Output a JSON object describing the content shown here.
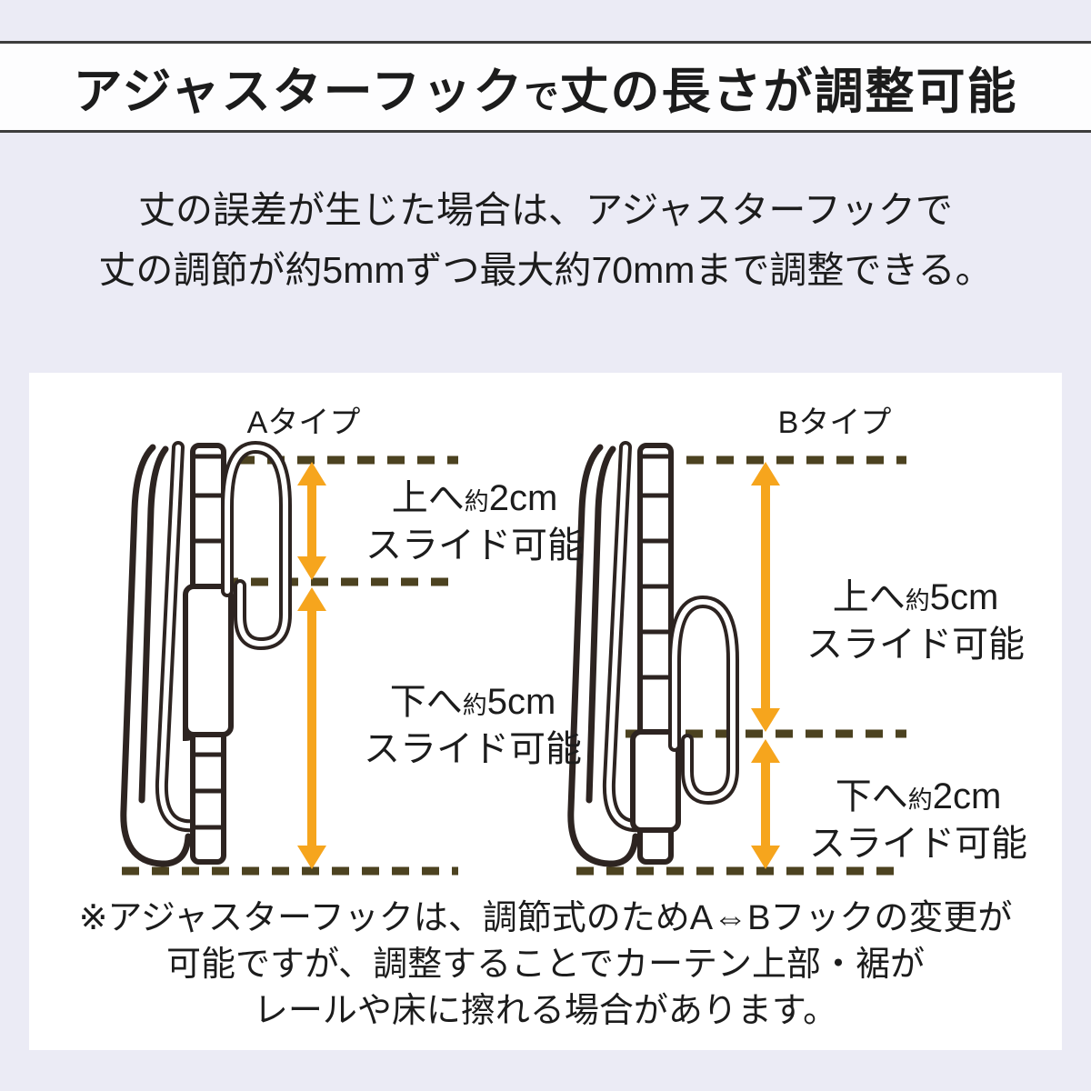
{
  "colors": {
    "background": "#ebebf5",
    "panel": "#ffffff",
    "band_background": "#fdfdfe",
    "band_border": "#3d3d3d",
    "text": "#1c1c1c",
    "dashed_line": "#4c4220",
    "arrow": "#f6a51d",
    "hook_outline": "#2d2421"
  },
  "header": {
    "title_main": "アジャスターフック",
    "title_small": "で",
    "title_rest": "丈の長さが調整可能"
  },
  "intro": {
    "line1": "丈の誤差が生じた場合は、アジャスターフックで",
    "line2": "丈の調節が約5mmずつ最大約70mmまで調整できる。"
  },
  "diagram": {
    "type_a": {
      "label": "Aタイプ",
      "up": {
        "dir": "上へ",
        "approx": "約",
        "amount": "2cm",
        "slide": "スライド可能"
      },
      "down": {
        "dir": "下へ",
        "approx": "約",
        "amount": "5cm",
        "slide": "スライド可能"
      }
    },
    "type_b": {
      "label": "Bタイプ",
      "up": {
        "dir": "上へ",
        "approx": "約",
        "amount": "5cm",
        "slide": "スライド可能"
      },
      "down": {
        "dir": "下へ",
        "approx": "約",
        "amount": "2cm",
        "slide": "スライド可能"
      }
    }
  },
  "footnote": {
    "line1": "※アジャスターフックは、調節式のためA⇔Bフックの変更が",
    "line2": "可能ですが、調整することでカーテン上部・裾が",
    "line3": "レールや床に擦れる場合があります。"
  }
}
